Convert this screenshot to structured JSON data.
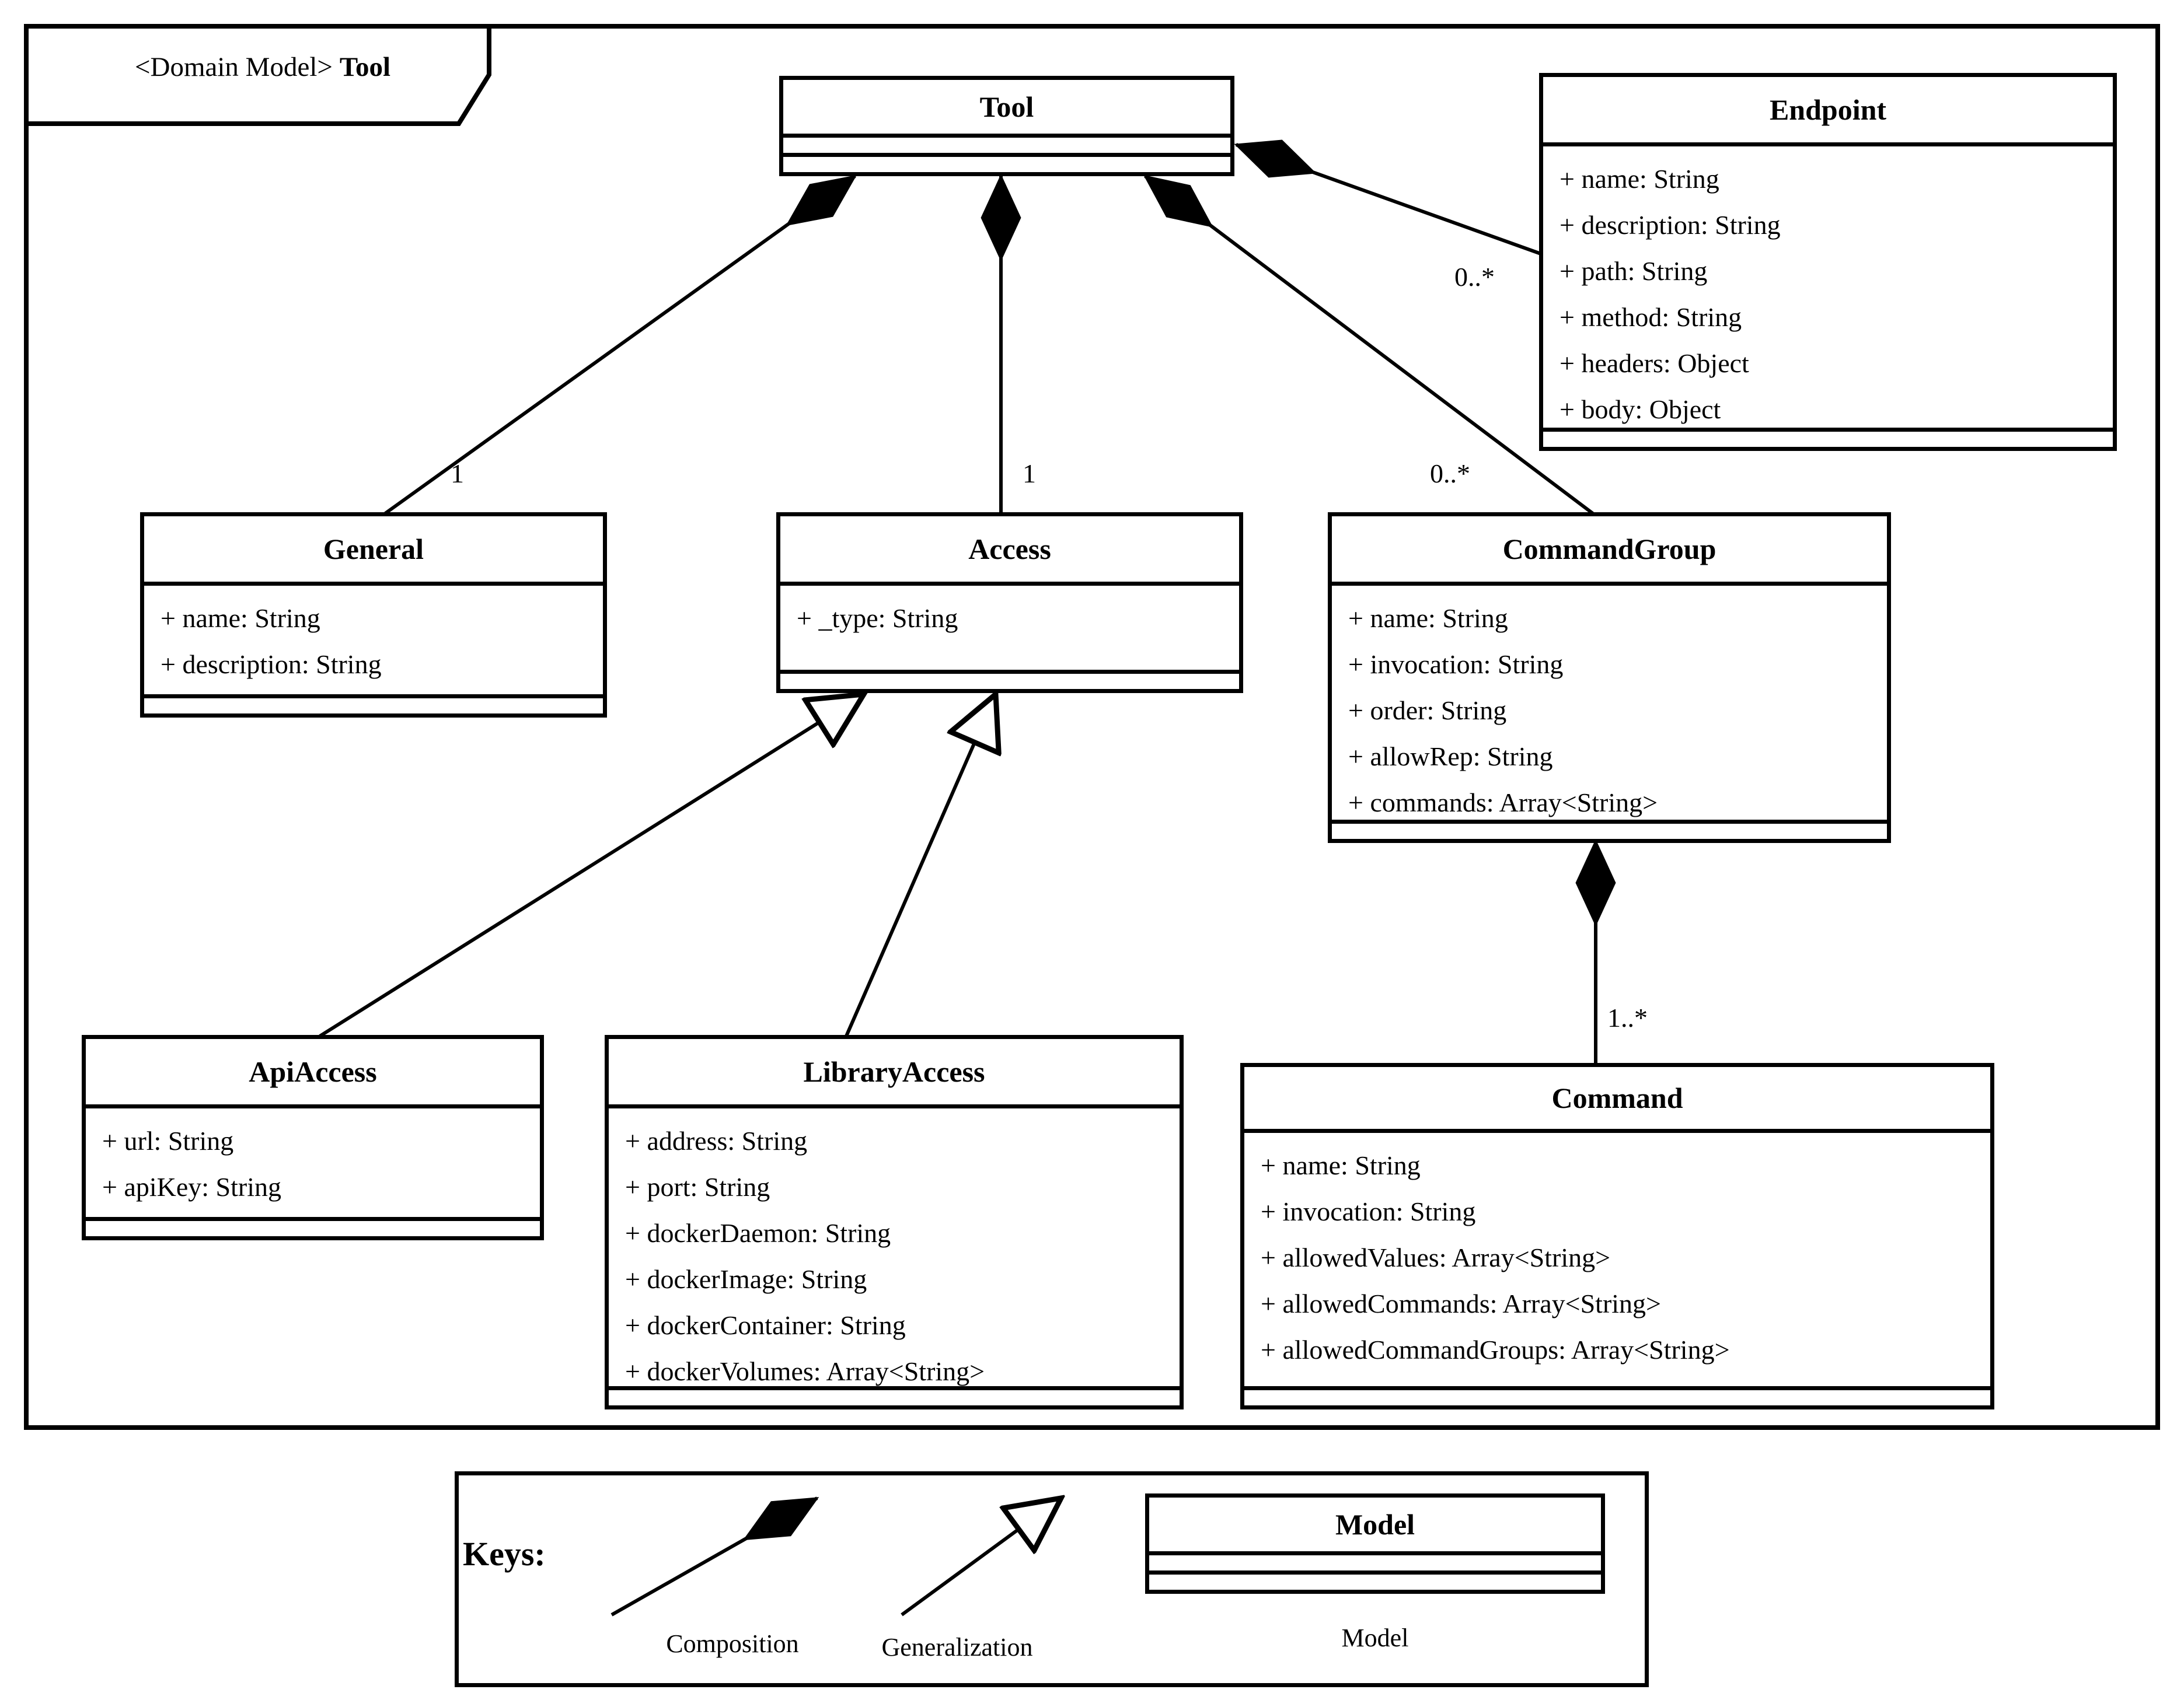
{
  "tab": {
    "prefix": "<Domain Model>",
    "name": "Tool"
  },
  "classes": {
    "tool": {
      "name": "Tool",
      "attributes": []
    },
    "endpoint": {
      "name": "Endpoint",
      "attributes": [
        "+ name: String",
        "+ description: String",
        "+ path: String",
        "+ method: String",
        "+ headers: Object",
        "+ body: Object"
      ]
    },
    "general": {
      "name": "General",
      "attributes": [
        "+ name: String",
        "+ description: String"
      ]
    },
    "access": {
      "name": "Access",
      "attributes": [
        "+ _type: String"
      ]
    },
    "command_group": {
      "name": "CommandGroup",
      "attributes": [
        "+ name: String",
        "+ invocation: String",
        "+ order: String",
        "+ allowRep: String",
        "+ commands: Array<String>"
      ]
    },
    "api_access": {
      "name": "ApiAccess",
      "attributes": [
        "+ url: String",
        "+ apiKey: String"
      ]
    },
    "library_access": {
      "name": "LibraryAccess",
      "attributes": [
        "+ address: String",
        "+ port: String",
        "+ dockerDaemon: String",
        "+ dockerImage: String",
        "+ dockerContainer: String",
        "+ dockerVolumes: Array<String>"
      ]
    },
    "command": {
      "name": "Command",
      "attributes": [
        "+ name: String",
        "+ invocation: String",
        "+ allowedValues: Array<String>",
        "+ allowedCommands: Array<String>",
        "+ allowedCommandGroups: Array<String>"
      ]
    }
  },
  "multiplicities": {
    "general": "1",
    "access": "1",
    "endpoint": "0..*",
    "command_group": "0..*",
    "command": "1..*"
  },
  "legend": {
    "title": "Keys:",
    "composition_label": "Composition",
    "generalization_label": "Generalization",
    "model_box_title": "Model",
    "model_label": "Model"
  },
  "colors": {
    "line": "#000000",
    "background": "#ffffff"
  }
}
